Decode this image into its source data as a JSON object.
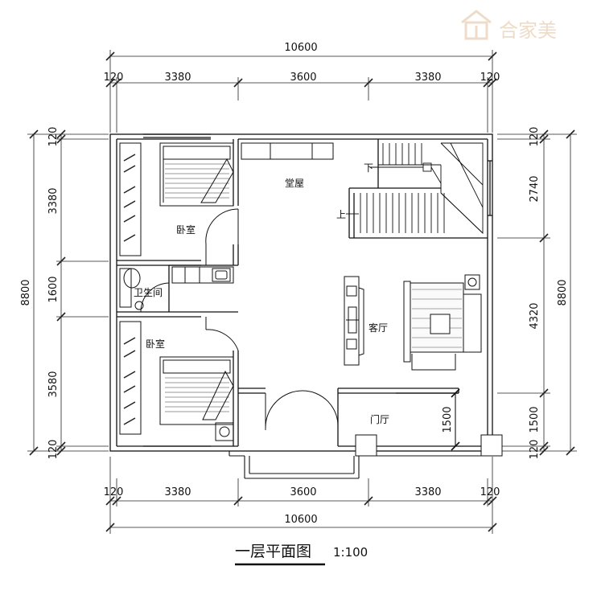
{
  "watermark": {
    "text": "合家美"
  },
  "title": {
    "text": "一层平面图",
    "scale": "1:100"
  },
  "dimensions": {
    "top_total": "10600",
    "top_segments": [
      "120",
      "3380",
      "3600",
      "3380",
      "120"
    ],
    "bottom_total": "10600",
    "bottom_segments": [
      "120",
      "3380",
      "3600",
      "3380",
      "120"
    ],
    "left_total": "8800",
    "left_segments": [
      "120",
      "3380",
      "1600",
      "3580",
      "120"
    ],
    "right_total": "8800",
    "right_segments": [
      "120",
      "2740",
      "4320",
      "1500",
      "120"
    ],
    "porch_depth": "1500"
  },
  "rooms": {
    "bedroom_top": "卧室",
    "bedroom_bottom": "卧室",
    "bathroom": "卫生间",
    "main_hall": "堂屋",
    "living_room": "客厅",
    "foyer": "门厅"
  },
  "stairs": {
    "up": "上",
    "down": "下"
  }
}
